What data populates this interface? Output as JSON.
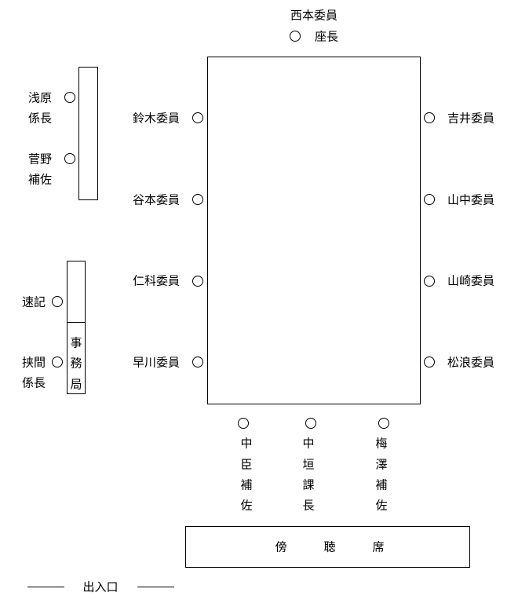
{
  "chair": {
    "name": "西本委員",
    "role": "座長"
  },
  "left_members": [
    "鈴木委員",
    "谷本委員",
    "仁科委員",
    "早川委員"
  ],
  "right_members": [
    "吉井委員",
    "山中委員",
    "山崎委員",
    "松浪委員"
  ],
  "staff_left_top": [
    {
      "name": "浅原",
      "role": "係長"
    },
    {
      "name": "菅野",
      "role": "補佐"
    }
  ],
  "stenographer": "速記",
  "secretariat": {
    "name": "挟間",
    "role": "係長",
    "office_chars": [
      "事",
      "務",
      "局"
    ]
  },
  "bottom_staff": [
    {
      "chars": [
        "中",
        "臣",
        "補",
        "佐"
      ]
    },
    {
      "chars": [
        "中",
        "垣",
        "課",
        "長"
      ]
    },
    {
      "chars": [
        "梅",
        "澤",
        "補",
        "佐"
      ]
    }
  ],
  "gallery_chars": [
    "傍",
    "聴",
    "席"
  ],
  "entrance": "出入口"
}
